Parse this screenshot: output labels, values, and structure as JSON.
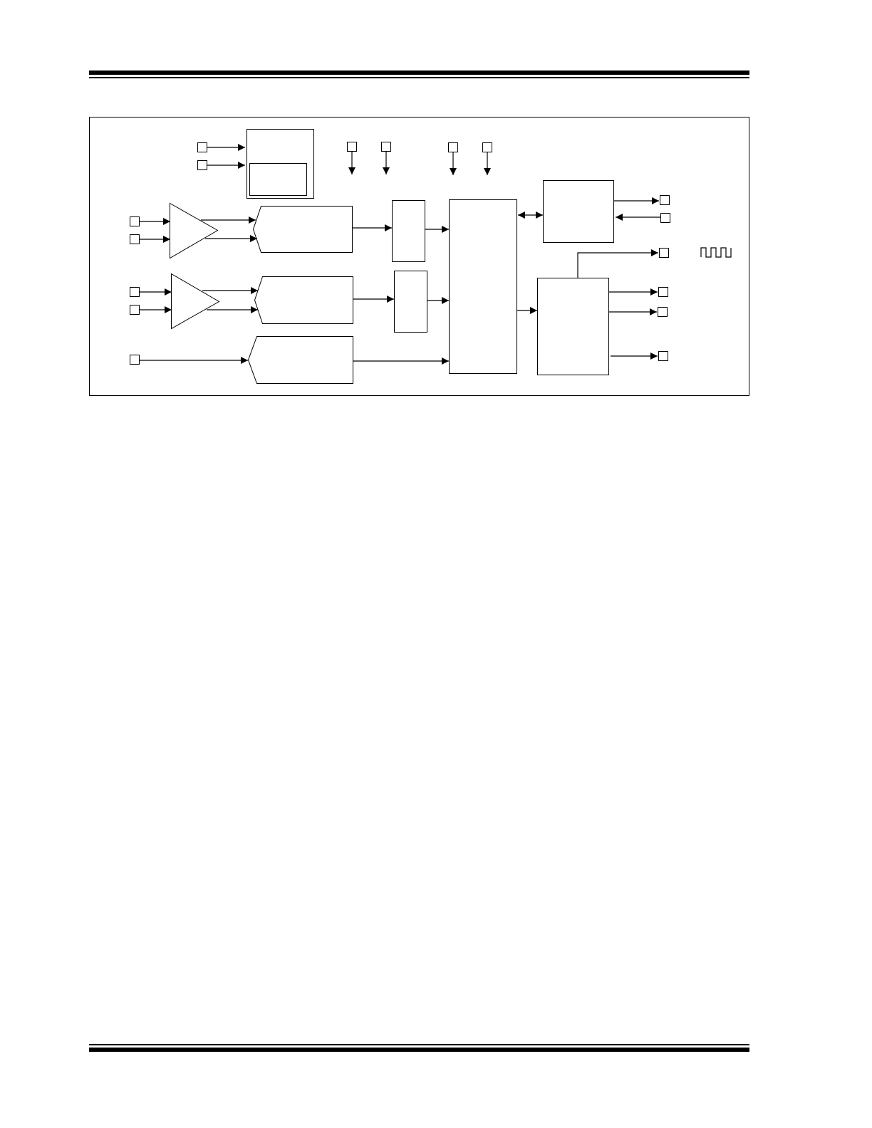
{
  "page": {
    "header_rule_color": "#000000",
    "footer_rule_color": "#000000"
  },
  "diagram": {
    "type": "block-diagram",
    "stroke_color": "#000000",
    "fill_color": "#ffffff",
    "blocks": [
      "reference-block",
      "adc-1",
      "adc-2",
      "adc-3",
      "filter-block-1",
      "filter-block-2",
      "digital-core",
      "serial-interface-block",
      "output-logic-block"
    ],
    "amplifiers": [
      "amplifier-1",
      "amplifier-2"
    ],
    "icons": [
      "pulse-train-icon"
    ],
    "text_labels": []
  }
}
